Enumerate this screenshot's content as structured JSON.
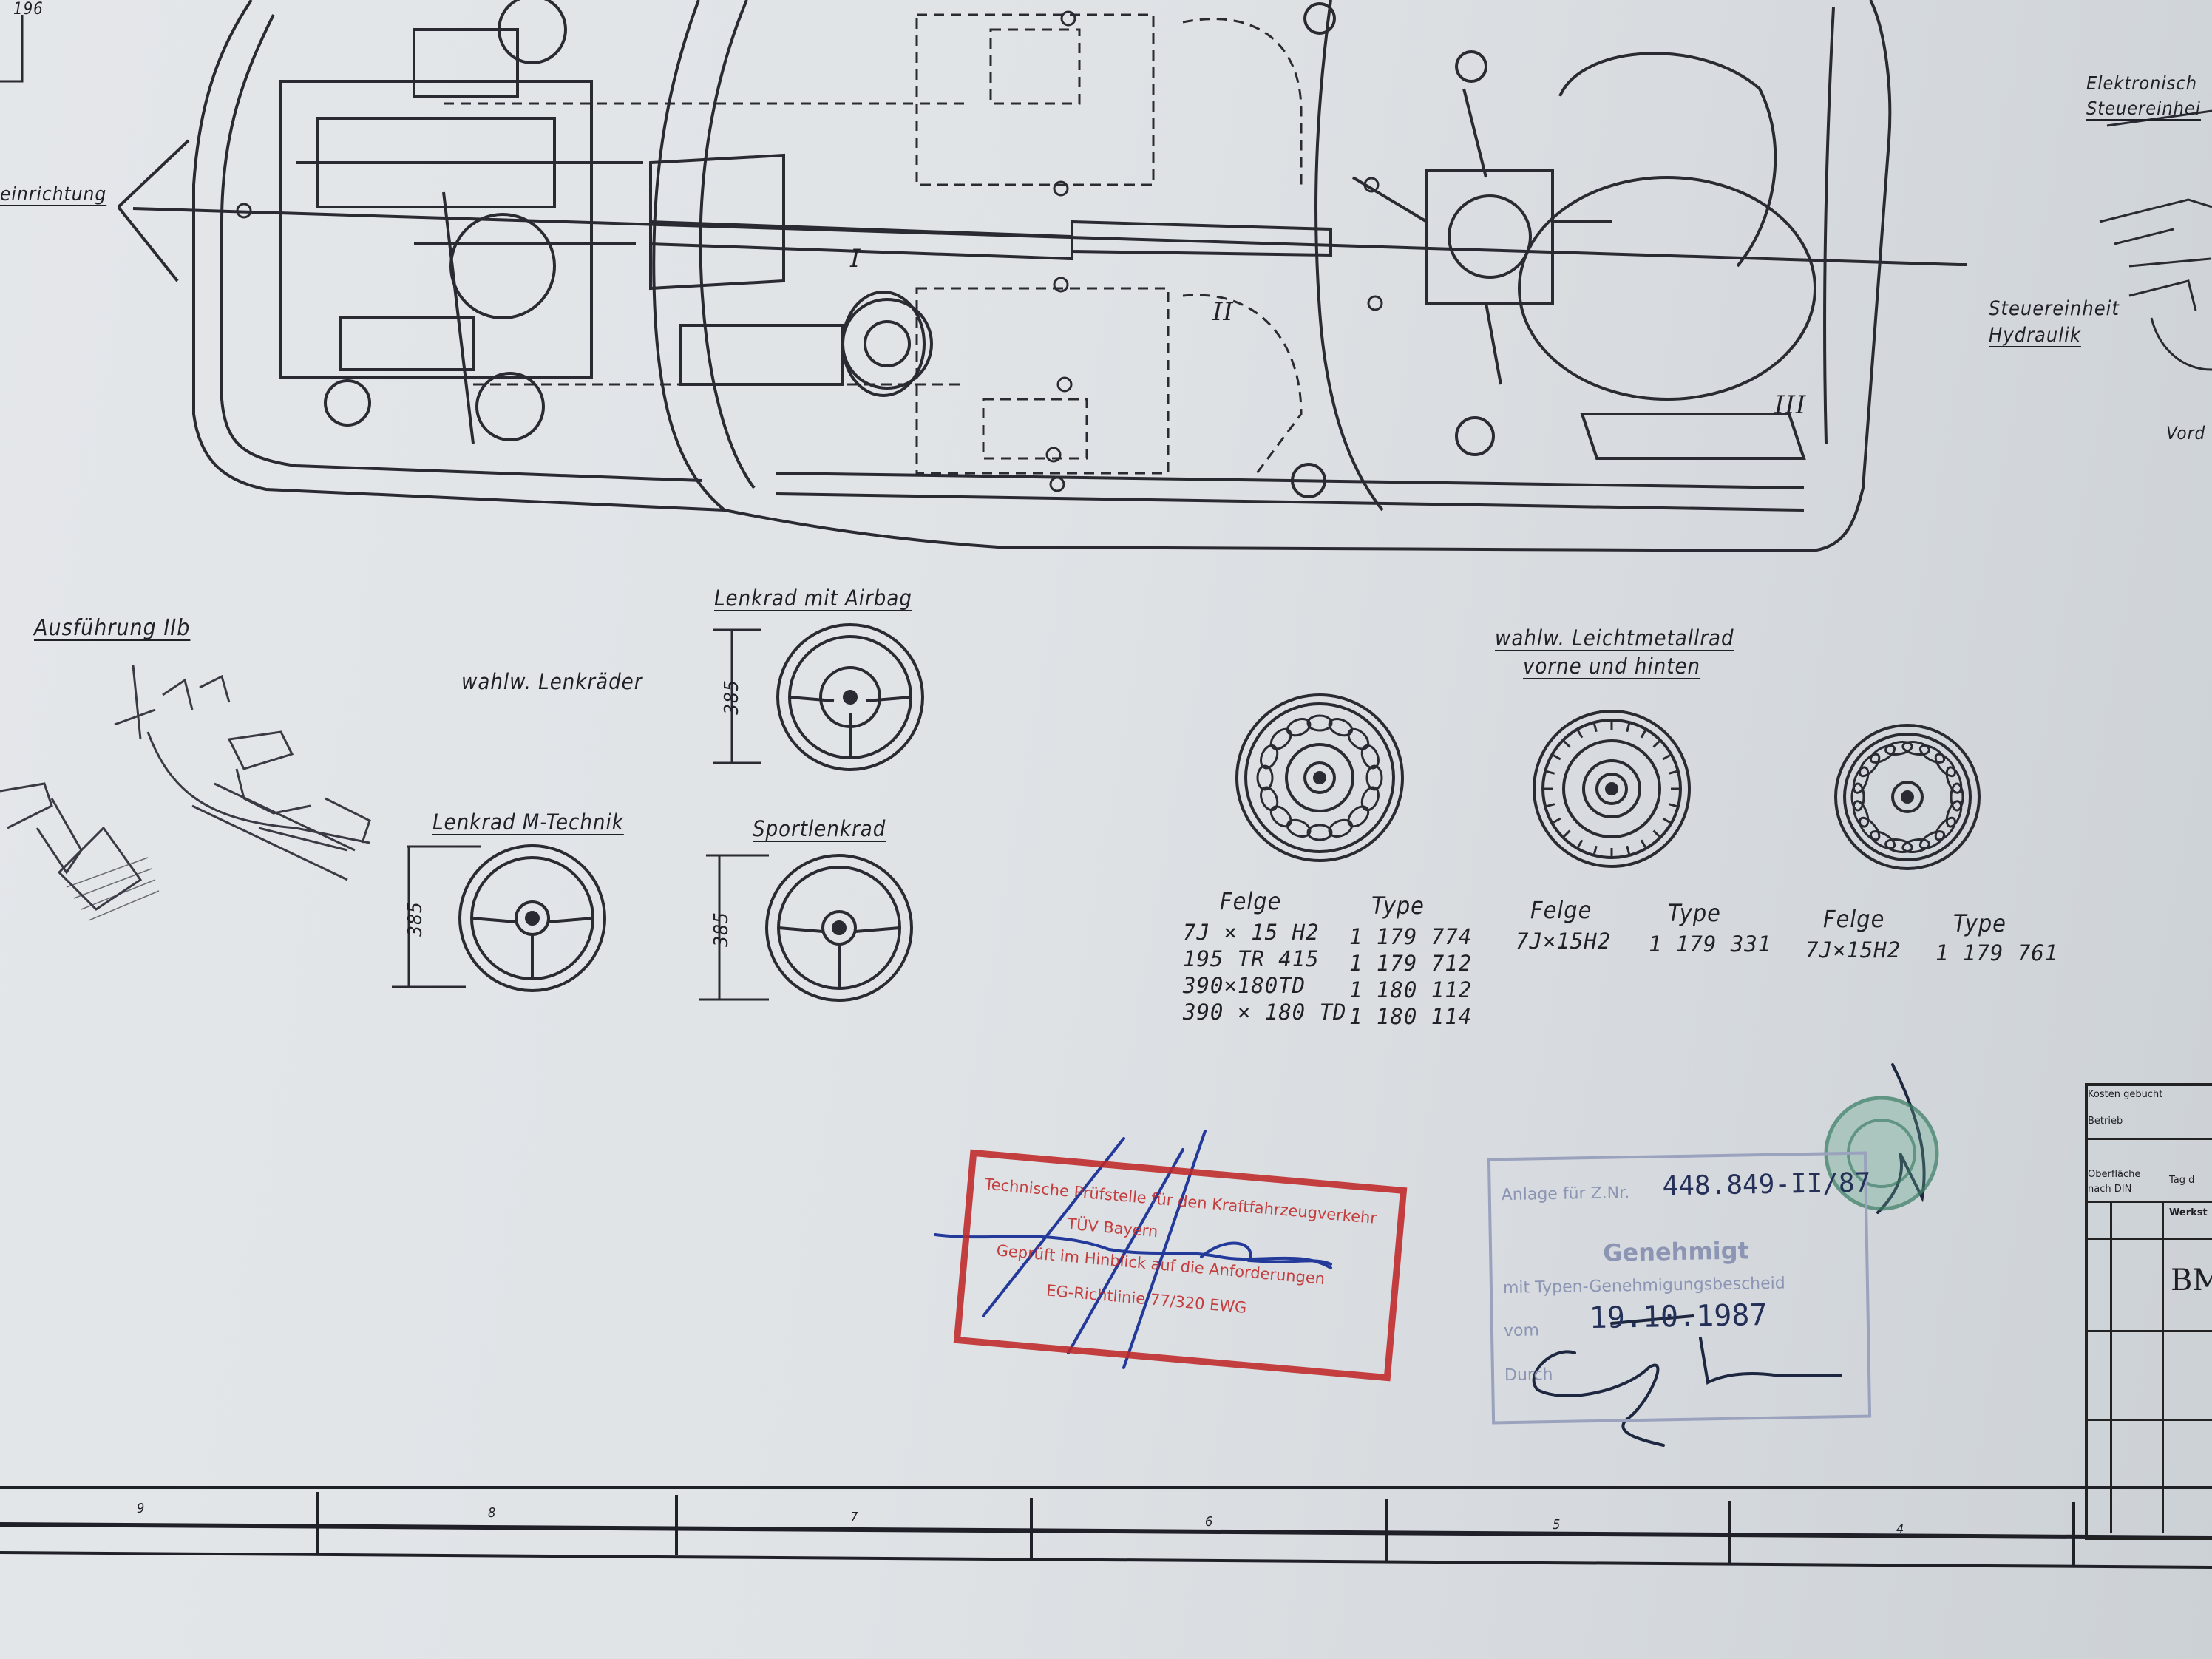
{
  "drawing_labels": {
    "top_left_fragment": "196",
    "einrichtung": "einrichtung",
    "roman_1": "I",
    "roman_2": "II",
    "roman_3": "III",
    "elektronische_line1": "Elektronisch",
    "elektronische_line2": "Steuereinhei",
    "steuereinheit_line1": "Steuereinheit",
    "steuereinheit_line2": "Hydraulik",
    "vorne_fragment": "Vord",
    "ausfuehrung": "Ausführung IIb",
    "lenkrad_airbag": "Lenkrad mit Airbag",
    "wahlw_lenkraeder": "wahlw. Lenkräder",
    "lenkrad_mtechnik": "Lenkrad M-Technik",
    "sportlenkrad": "Sportlenkrad",
    "dimension_385": "385",
    "leichtmetallrad_line1": "wahlw. Leichtmetallrad",
    "leichtmetallrad_line2": "vorne und hinten"
  },
  "wheel_specs": [
    {
      "felge_header": "Felge",
      "type_header": "Type",
      "felge": [
        "7J × 15 H2",
        "195 TR 415",
        "390×180TD",
        "390 × 180 TD"
      ],
      "type": [
        "1 179 774",
        "1 179 712",
        "1 180 112",
        "1 180 114"
      ]
    },
    {
      "felge_header": "Felge",
      "type_header": "Type",
      "felge": [
        "7J×15H2"
      ],
      "type": [
        "1 179 331"
      ]
    },
    {
      "felge_header": "Felge",
      "type_header": "Type",
      "felge": [
        "7J×15H2"
      ],
      "type": [
        "1 179 761"
      ]
    }
  ],
  "red_stamp": {
    "line1": "Technische Prüfstelle für den Kraftfahrzeugverkehr",
    "line2": "TÜV Bayern",
    "line3": "Geprüft im Hinblick auf die Anforderungen",
    "line4": "EG-Richtlinie 77/320 EWG"
  },
  "approval_stamp": {
    "anlage_label": "Anlage für Z.Nr.",
    "anlage_number": "448.849-II/87",
    "genehmigt": "Genehmigt",
    "typen_text": "mit Typen-Genehmigungsbescheid",
    "vom_label": "vom",
    "vom_date": "19.10.1987",
    "durch_label": "Durch"
  },
  "title_block": {
    "label1": "Kosten gebucht",
    "label2": "Betrieb",
    "label3": "Oberfläche",
    "label4": "nach DIN",
    "label5": "Tag d",
    "label6": "Werkst",
    "brand_fragment": "BM"
  },
  "border_zones": [
    "9",
    "8",
    "7",
    "6",
    "5",
    "4"
  ]
}
